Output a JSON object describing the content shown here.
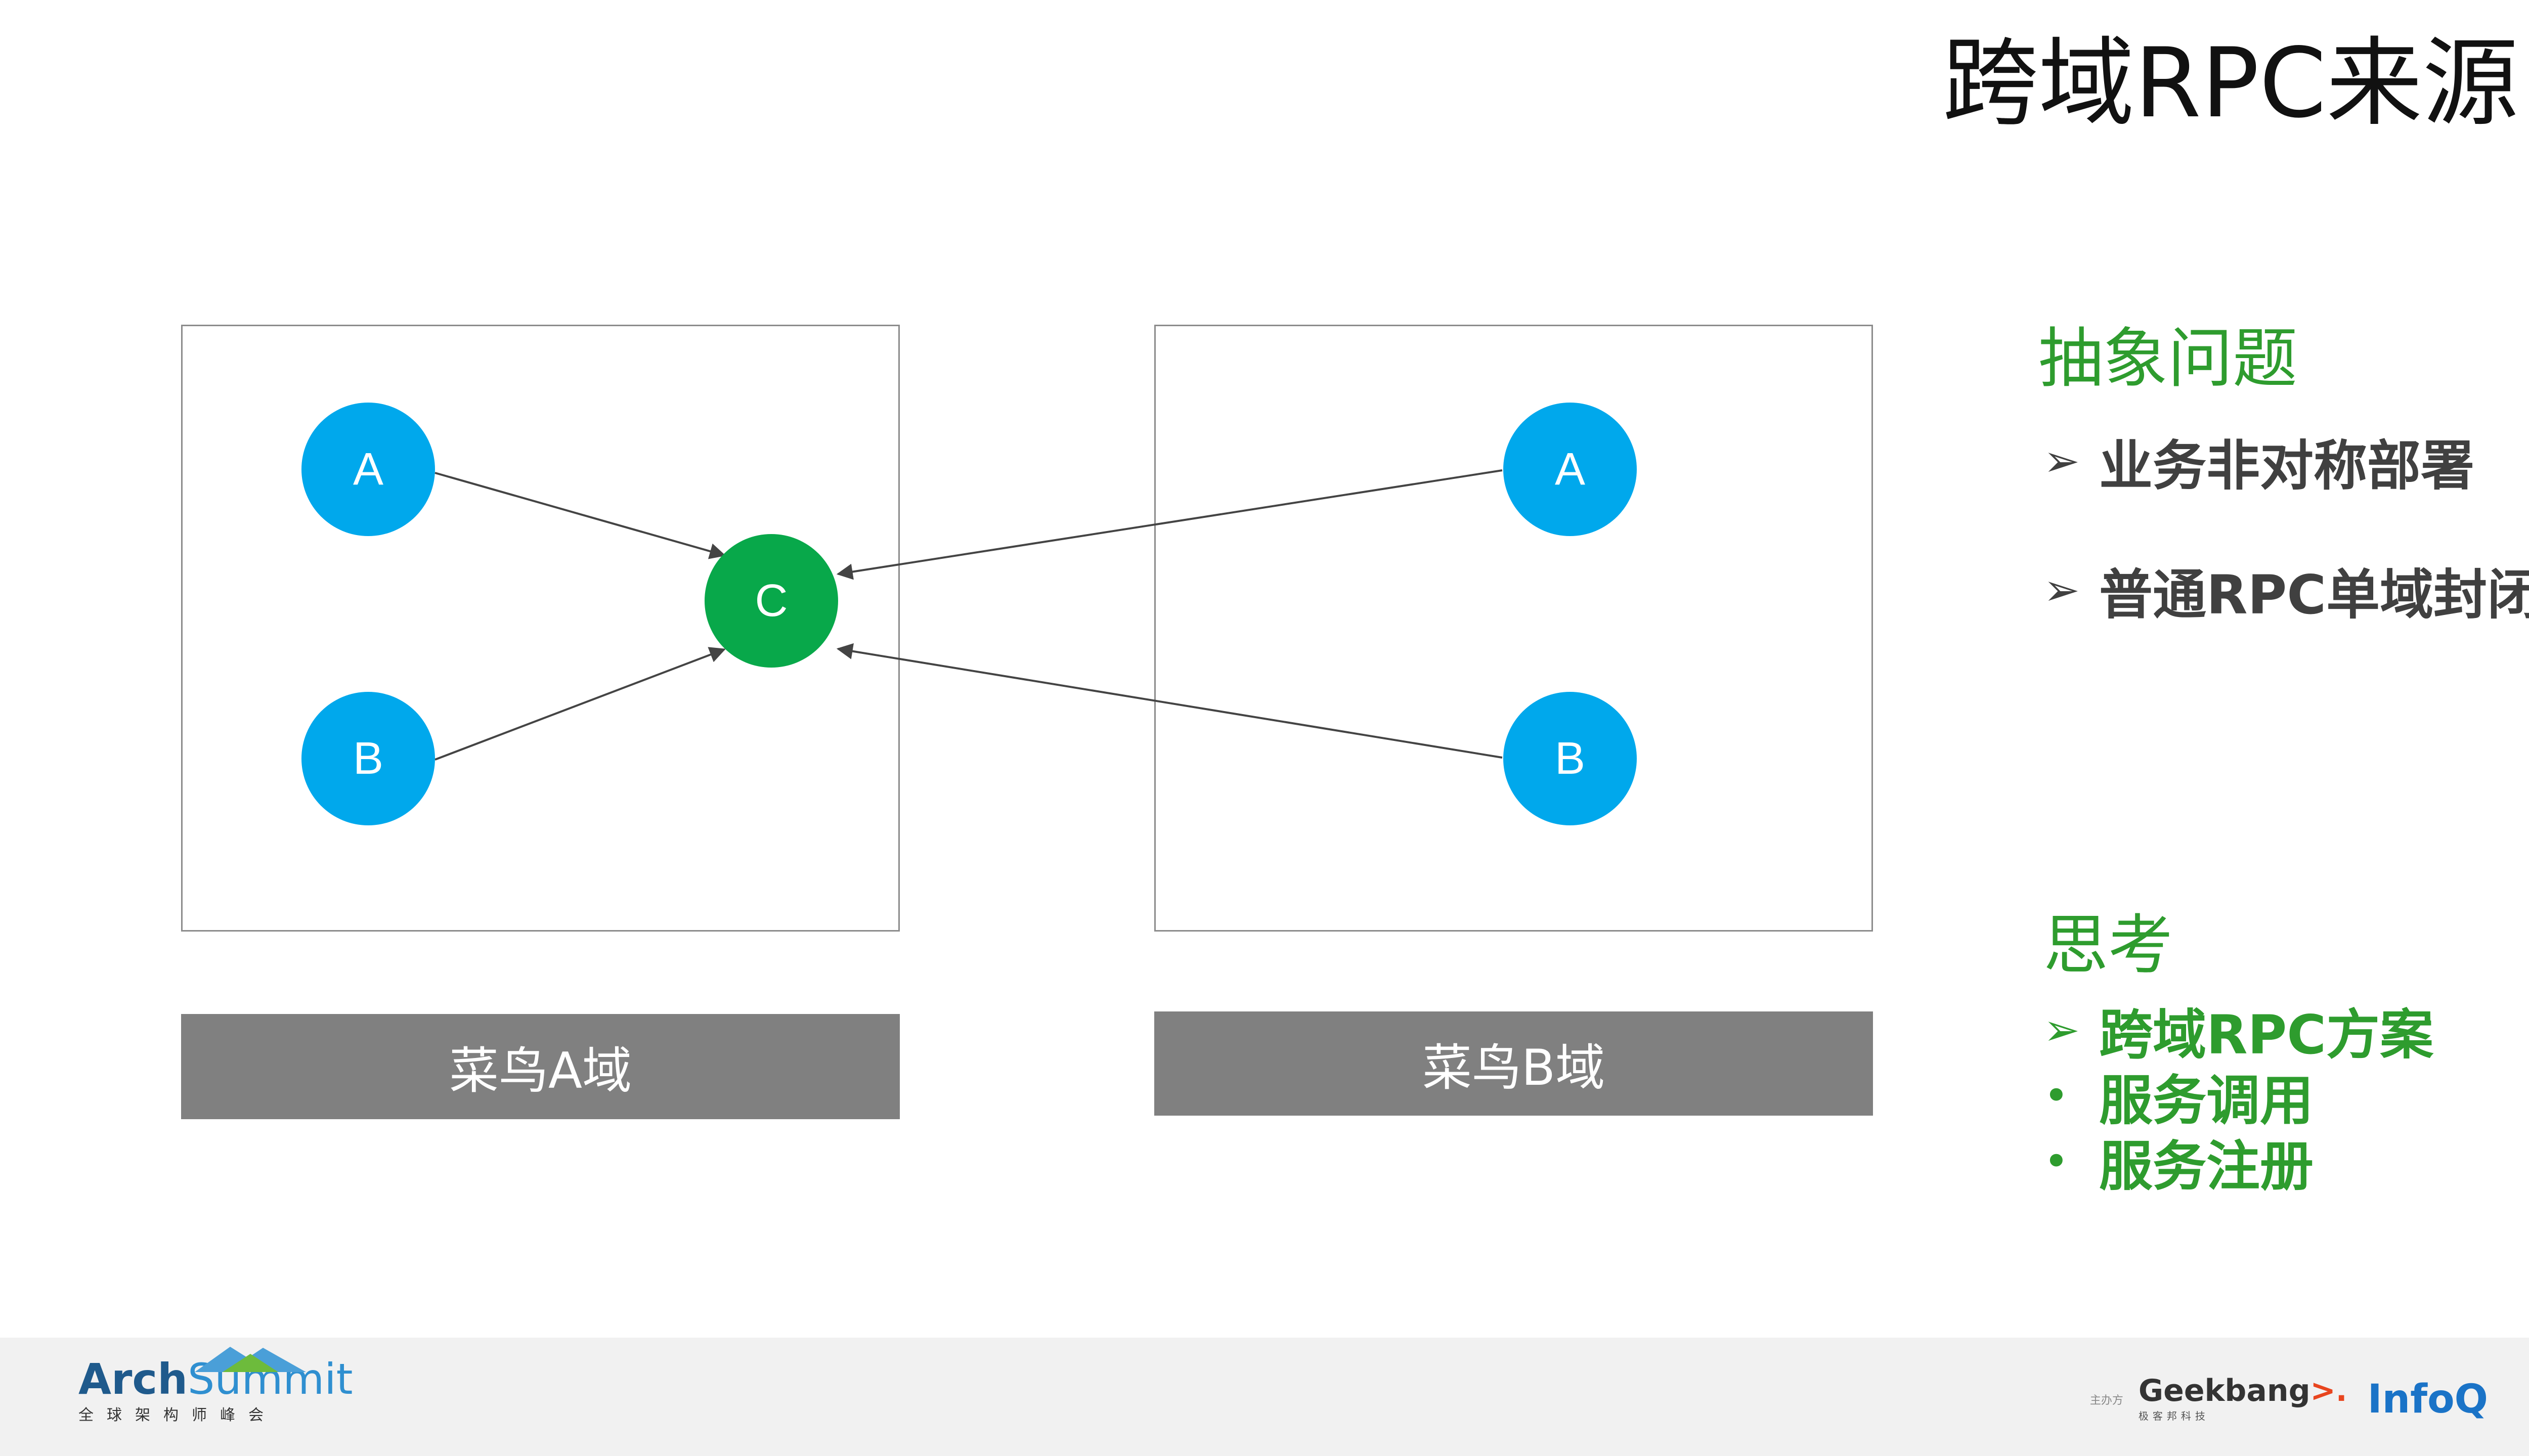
{
  "slide": {
    "title": "跨域RPC来源"
  },
  "diagram": {
    "domain_a_label": "菜鸟A域",
    "domain_b_label": "菜鸟B域",
    "colors": {
      "node_blue": "#00a8ec",
      "node_green": "#08a84a",
      "box_border": "#8c8c8c",
      "label_bg": "#808080",
      "edge": "#444444"
    },
    "nodes": {
      "a_left": "A",
      "b_left": "B",
      "c_center": "C",
      "a_right": "A",
      "b_right": "B"
    }
  },
  "side": {
    "problem_heading": "抽象问题",
    "problem_items": [
      "业务非对称部署",
      "普通RPC单域封闭"
    ],
    "thinking_heading": "思考",
    "thinking_items": [
      "跨域RPC方案",
      "服务调用",
      "服务注册"
    ],
    "bullet_arrow": "➢",
    "bullet_dot": "•",
    "accent_color": "#2e9c2e"
  },
  "footer": {
    "brand_arch": "Arch",
    "brand_summit": "Summit",
    "brand_sub": "全球架构师峰会",
    "host_label": "主办方",
    "geek_name": "Geekbang",
    "geek_arrow": ">.",
    "geek_sub": "极客邦科技",
    "infoq": "InfoQ"
  }
}
